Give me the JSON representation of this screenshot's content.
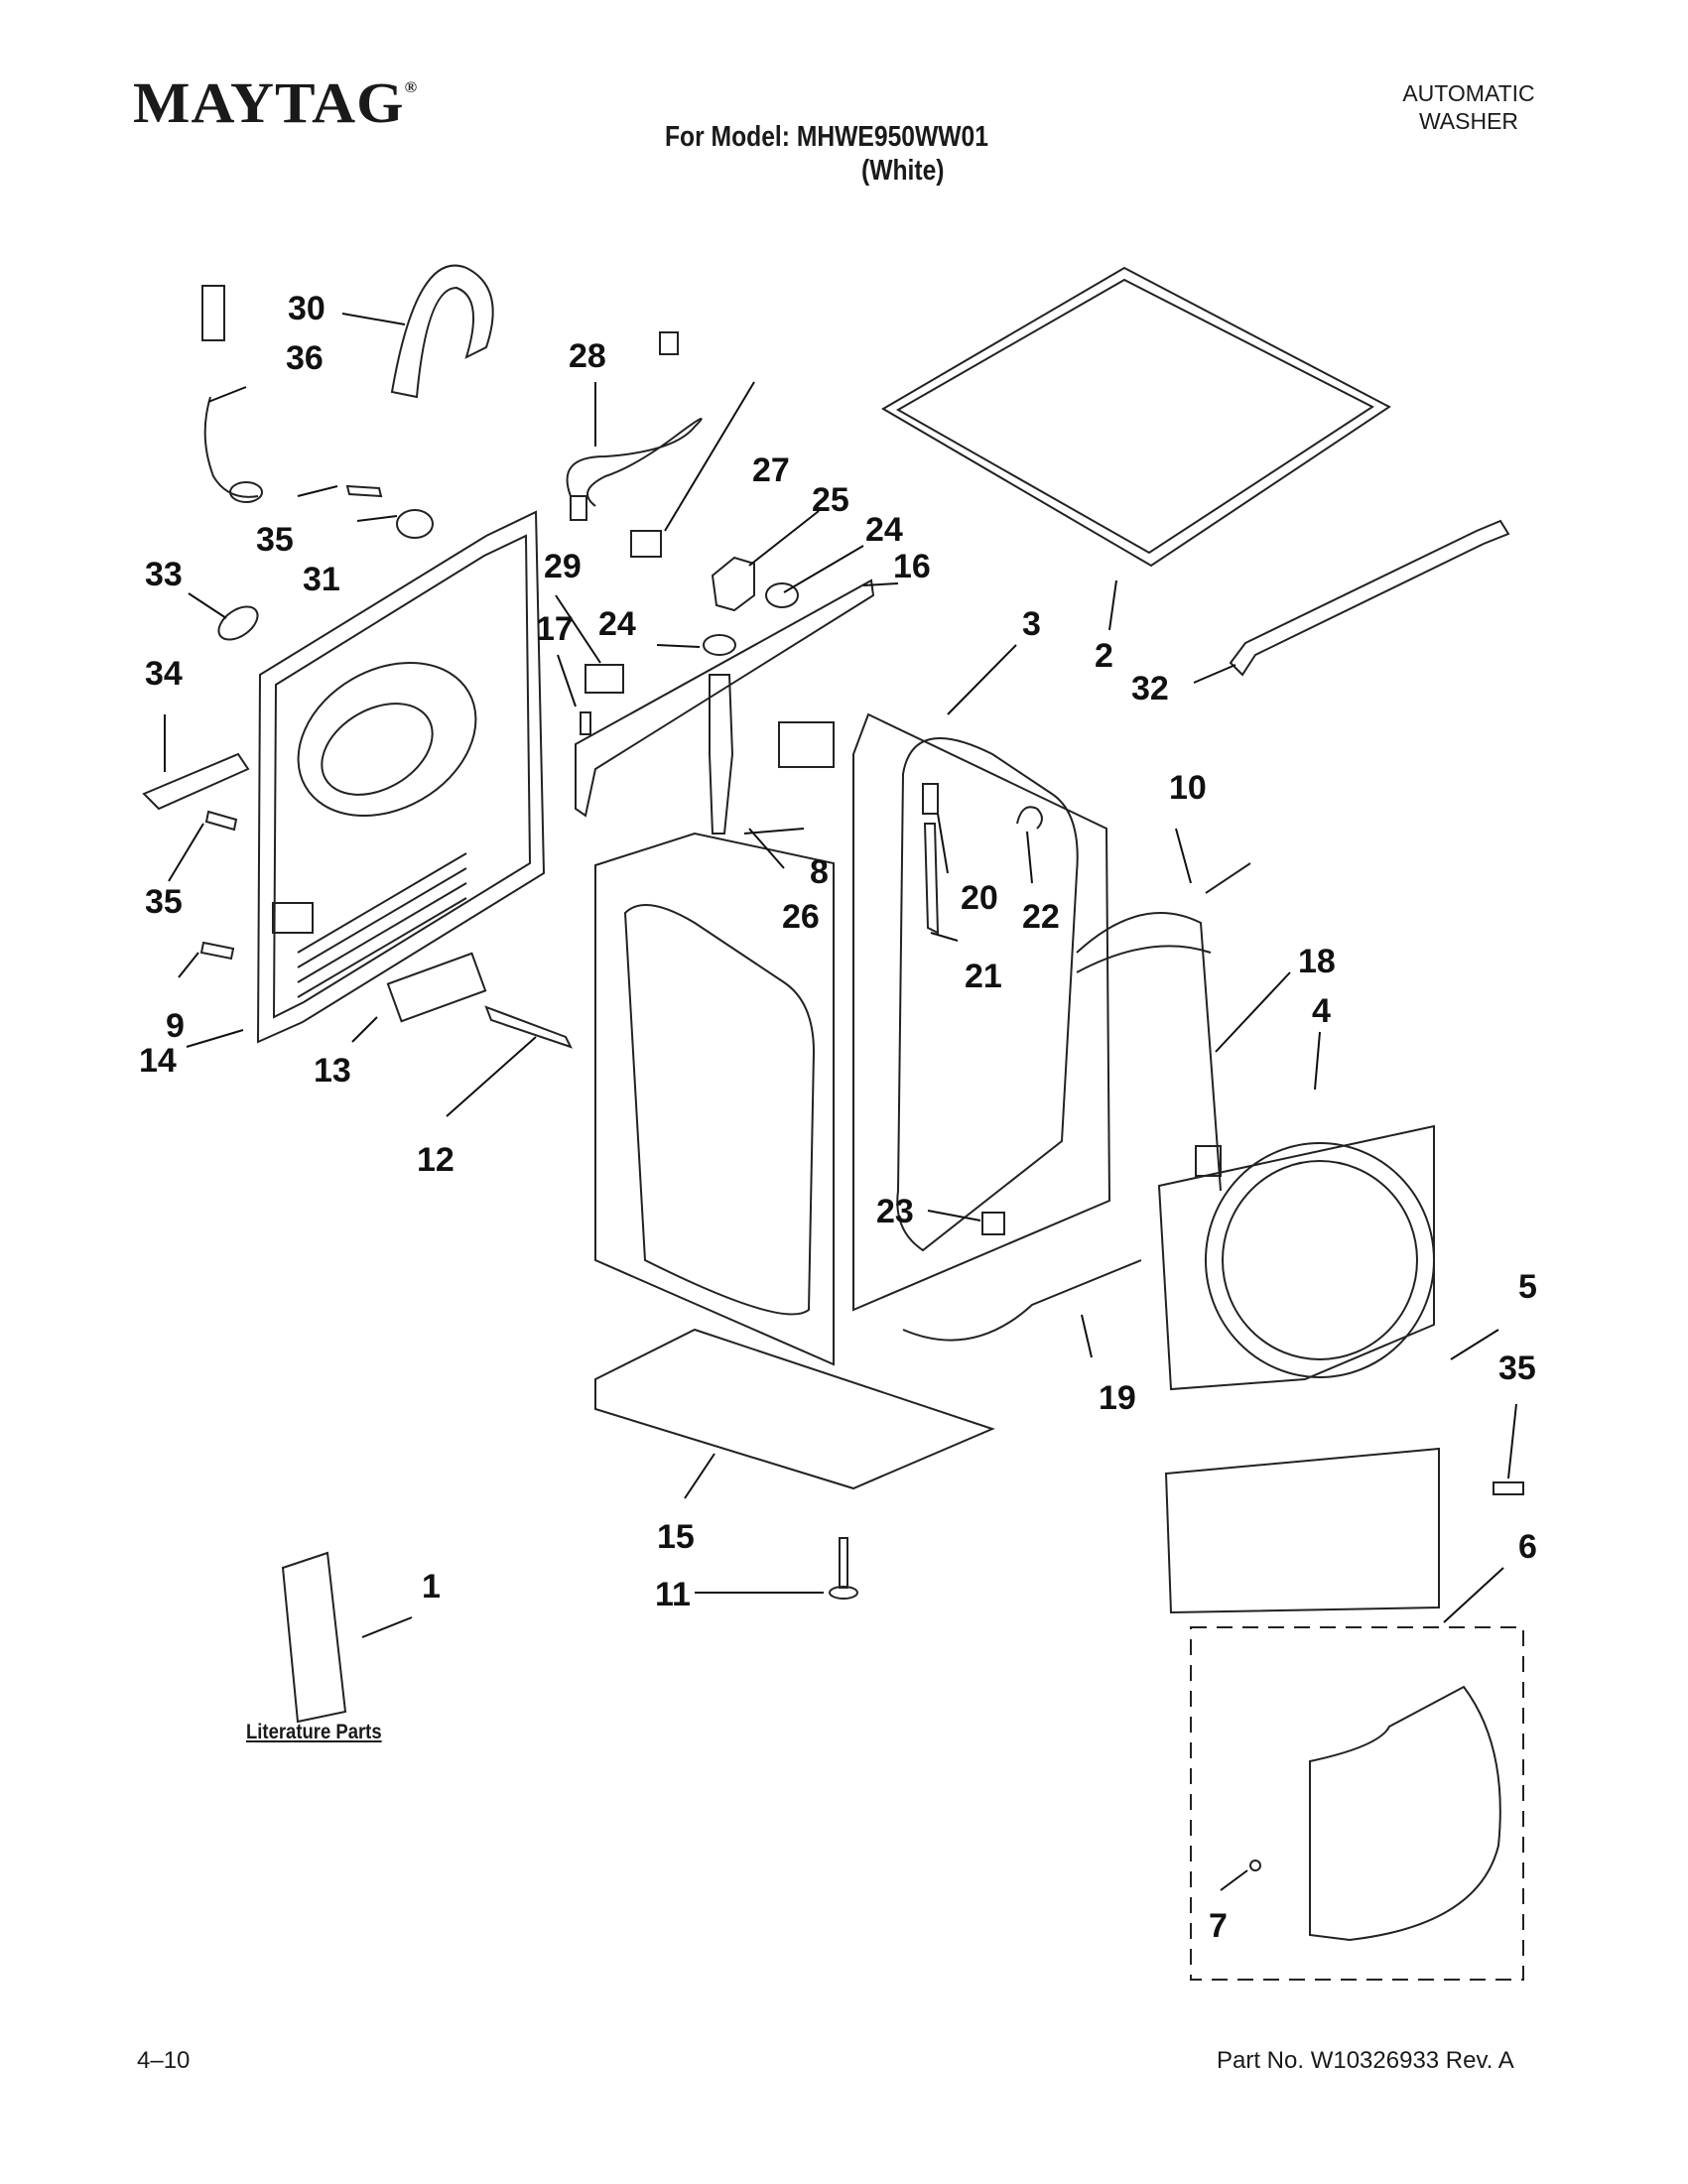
{
  "header": {
    "brand": "MAYTAG",
    "brand_mark": "®",
    "doc_type_line1": "AUTOMATIC",
    "doc_type_line2": "WASHER",
    "model_line": "For Model: MHWE950WW01",
    "color_line": "(White)"
  },
  "literature": {
    "label": "Literature Parts"
  },
  "callouts": [
    "30",
    "36",
    "28",
    "27",
    "25",
    "24",
    "35",
    "31",
    "29",
    "33",
    "17",
    "24",
    "16",
    "3",
    "2",
    "32",
    "34",
    "35",
    "8",
    "26",
    "20",
    "22",
    "10",
    "21",
    "9",
    "14",
    "13",
    "12",
    "18",
    "4",
    "23",
    "5",
    "35",
    "19",
    "15",
    "11",
    "6",
    "1",
    "7"
  ],
  "footer": {
    "page": "4–10",
    "part_no": "Part No. W10326933 Rev. A"
  }
}
